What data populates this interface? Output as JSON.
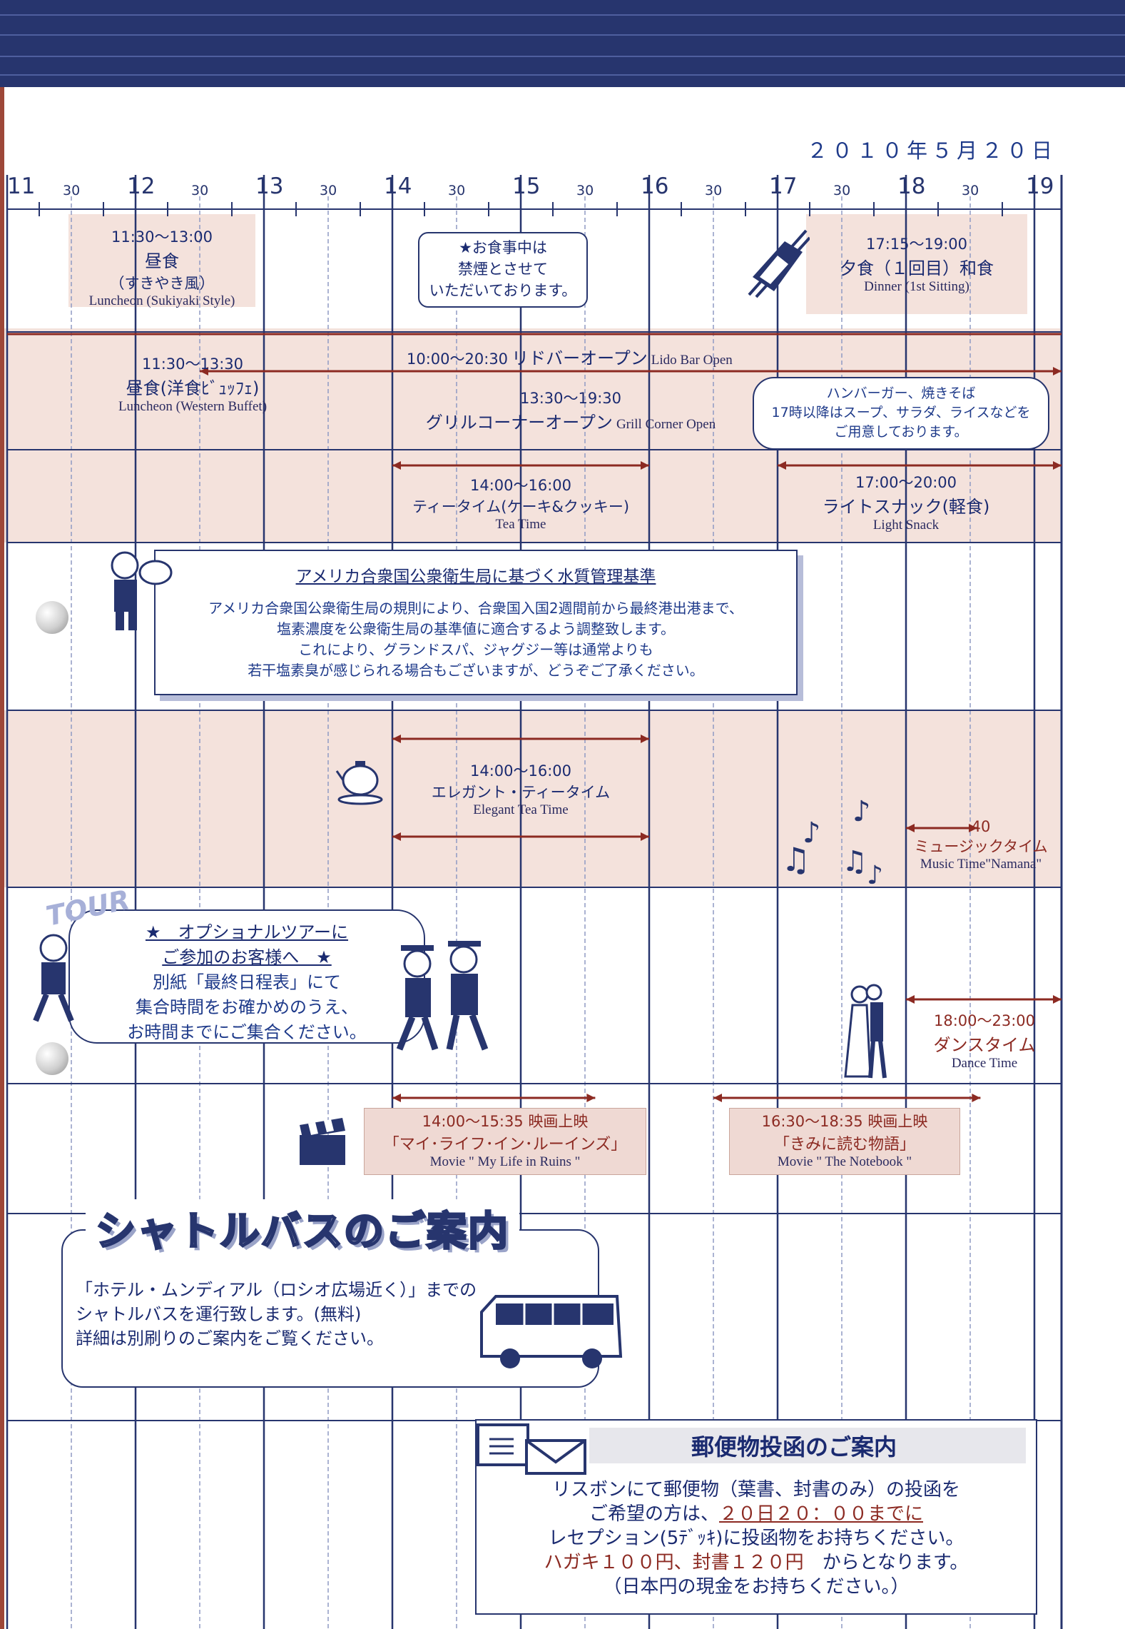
{
  "date": "２０１０年５月２０日",
  "timeline": {
    "hour_labels": [
      "11",
      "12",
      "13",
      "14",
      "15",
      "16",
      "17",
      "18",
      "19"
    ],
    "half_label": "30"
  },
  "events": {
    "lunch_sukiyaki": {
      "time": "11:30～13:00",
      "jp": "昼食",
      "jp2": "（すきやき風）",
      "en": "Luncheon (Sukiyaki Style)"
    },
    "no_smoking": {
      "line1": "★お食事中は",
      "line2": "禁煙とさせて",
      "line3": "いただいております。"
    },
    "dinner": {
      "time": "17:15～19:00",
      "jp": "夕食（１回目）和食",
      "en": "Dinner (1st Sitting)"
    },
    "lido_bar": {
      "time": "10:00～20:30",
      "jp": "リドバーオープン",
      "en": "Lido Bar Open"
    },
    "lunch_western": {
      "time": "11:30～13:30",
      "jp": "昼食(洋食ﾋﾞｭｯﾌｪ)",
      "en": "Luncheon (Western Buffet)"
    },
    "grill": {
      "time": "13:30～19:30",
      "jp": "グリルコーナーオープン",
      "en": "Grill Corner Open"
    },
    "grill_note": {
      "line1": "ハンバーガー、焼きそば",
      "line2": "17時以降はスープ、サラダ、ライスなどを",
      "line3": "ご用意しております。"
    },
    "tea_time": {
      "time": "14:00～16:00",
      "jp": "ティータイム(ケーキ&クッキー)",
      "en": "Tea Time"
    },
    "light_snack": {
      "time": "17:00～20:00",
      "jp": "ライトスナック(軽食)",
      "en": "Light Snack"
    },
    "water_notice": {
      "title": "アメリカ合衆国公衆衛生局に基づく水質管理基準",
      "line1": "アメリカ合衆国公衆衛生局の規則により、合衆国入国2週間前から最終港出港まで、",
      "line2": "塩素濃度を公衆衛生局の基準値に適合するよう調整致します。",
      "line3": "これにより、グランドスパ、ジャグジー等は通常よりも",
      "line4": "若干塩素臭が感じられる場合もございますが、どうぞご了承ください。"
    },
    "elegant_tea": {
      "time": "14:00～16:00",
      "jp": "エレガント・ティータイム",
      "en": "Elegant Tea Time"
    },
    "music": {
      "time": "40",
      "jp": "ミュージックタイム",
      "en": "Music Time\"Namana\""
    },
    "tour": {
      "badge": "TOUR",
      "line1": "★　オプショナルツアーに",
      "line2": "ご参加のお客様へ　★",
      "line3": "別紙「最終日程表」にて",
      "line4": "集合時間をお確かめのうえ、",
      "line5": "お時間までにご集合ください。"
    },
    "dance": {
      "time": "18:00～23:00",
      "jp": "ダンスタイム",
      "en": "Dance Time"
    },
    "movie1": {
      "time": "14:00～15:35",
      "label": "映画上映",
      "title": "「マイ･ライフ･イン･ルーインズ」",
      "en": "Movie \" My Life in Ruins \""
    },
    "movie2": {
      "time": "16:30～18:35",
      "label": "映画上映",
      "title": "「きみに読む物語」",
      "en": "Movie \" The Notebook \""
    }
  },
  "shuttle": {
    "title": "シャトルバスのご案内",
    "line1": "「ホテル・ムンディアル（ロシオ広場近く）」までの",
    "line2": "シャトルバスを運行致します。(無料)",
    "line3": "詳細は別刷りのご案内をご覧ください。"
  },
  "mail": {
    "title": "郵便物投函のご案内",
    "line1": "リスボンにて郵便物（葉書、封書のみ）の投函を",
    "line2a": "ご希望の方は、",
    "line2b": "２０日２０：００までに",
    "line3": "レセプション(5ﾃﾞｯｷ)に投函物をお持ちください。",
    "line4a": "ハガキ１００円、封書１２０円",
    "line4b": "からとなります。",
    "line5": "（日本円の現金をお持ちください。）"
  }
}
